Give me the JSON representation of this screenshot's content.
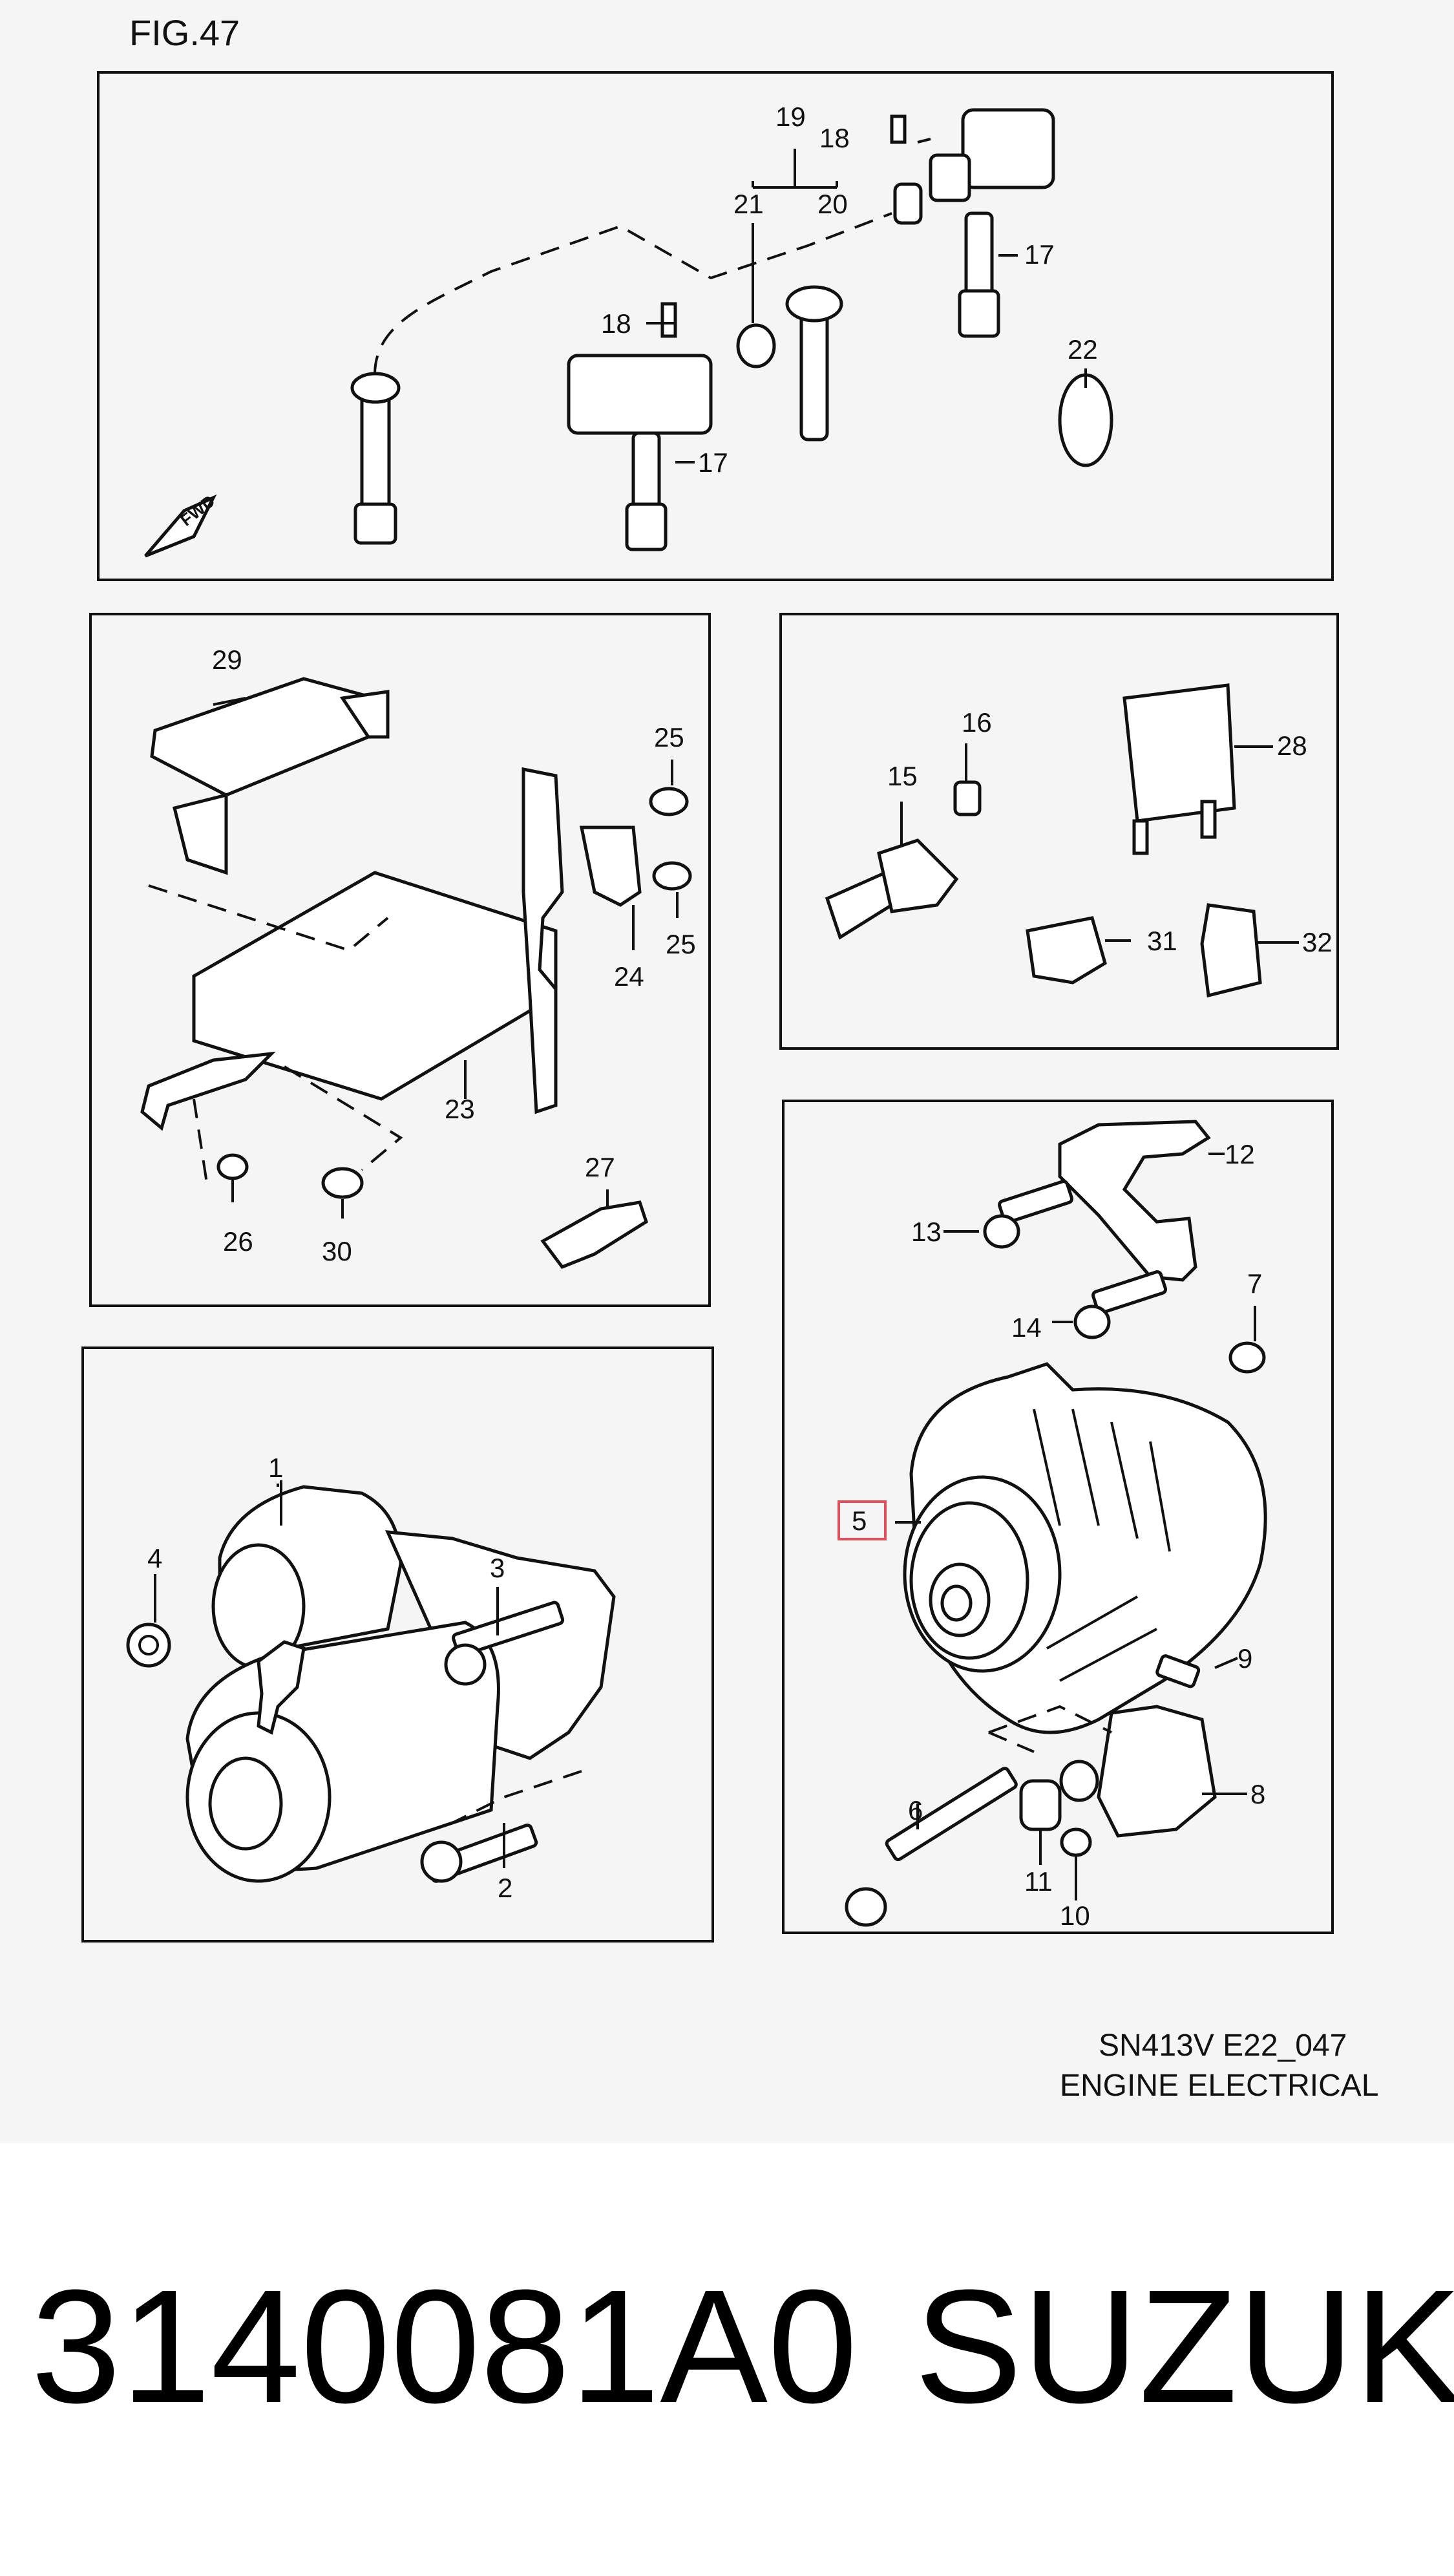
{
  "figure": {
    "title": "FIG.47",
    "code": "SN413V E22_047",
    "section": "ENGINE ELECTRICAL",
    "highlighted_callout": "5"
  },
  "callouts": {
    "ignition": [
      "19",
      "18",
      "21",
      "20",
      "17",
      "18",
      "17",
      "22"
    ],
    "ecm": [
      "29",
      "25",
      "25",
      "24",
      "23",
      "26",
      "30",
      "27"
    ],
    "sensor": [
      "16",
      "15",
      "28",
      "31",
      "32"
    ],
    "alternator": [
      "12",
      "13",
      "7",
      "14",
      "5",
      "9",
      "8",
      "6",
      "11",
      "10"
    ],
    "starter": [
      "1",
      "4",
      "3",
      "2"
    ]
  },
  "fwd_label": "FWD",
  "footer": {
    "part_number": "3140081A0",
    "brand": "SUZUKI"
  },
  "colors": {
    "background": "#f5f5f5",
    "line": "#111111",
    "highlight": "#e0505a"
  }
}
